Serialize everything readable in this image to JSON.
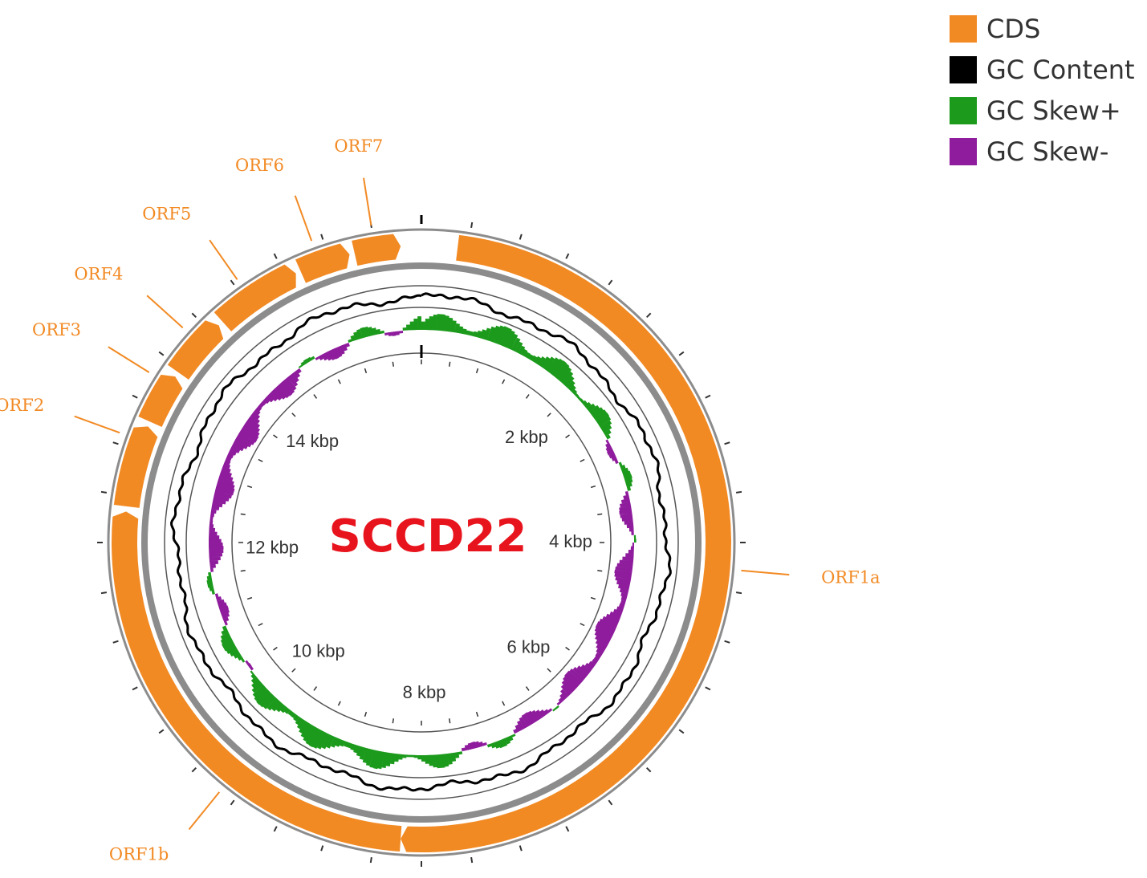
{
  "title": "SCCD22",
  "genome_length_bp": 16100,
  "legend": [
    {
      "label": "CDS",
      "color": "#f28a24"
    },
    {
      "label": "GC Content",
      "color": "#000000"
    },
    {
      "label": "GC Skew+",
      "color": "#1c9a1c"
    },
    {
      "label": "GC Skew-",
      "color": "#8e1c9c"
    }
  ],
  "kbp_ticks": [
    {
      "kb": 2,
      "label": "2 kbp"
    },
    {
      "kb": 4,
      "label": "4 kbp"
    },
    {
      "kb": 6,
      "label": "6 kbp"
    },
    {
      "kb": 8,
      "label": "8 kbp"
    },
    {
      "kb": 10,
      "label": "10 kbp"
    },
    {
      "kb": 12,
      "label": "12 kbp"
    },
    {
      "kb": 14,
      "label": "14 kbp"
    }
  ],
  "orfs": [
    {
      "name": "ORF1a",
      "start_deg": 7,
      "end_deg": 184,
      "label_deg": 95
    },
    {
      "name": "ORF1b",
      "start_deg": 184,
      "end_deg": 276,
      "label_deg": 219
    },
    {
      "name": "ORF2",
      "start_deg": 277,
      "end_deg": 293,
      "label_deg": 290
    },
    {
      "name": "ORF3",
      "start_deg": 294,
      "end_deg": 304,
      "label_deg": 302
    },
    {
      "name": "ORF4",
      "start_deg": 305,
      "end_deg": 317,
      "label_deg": 312
    },
    {
      "name": "ORF5",
      "start_deg": 318,
      "end_deg": 335,
      "label_deg": 325
    },
    {
      "name": "ORF6",
      "start_deg": 336,
      "end_deg": 346,
      "label_deg": 340
    },
    {
      "name": "ORF7",
      "start_deg": 347,
      "end_deg": 356,
      "label_deg": 351
    }
  ]
}
